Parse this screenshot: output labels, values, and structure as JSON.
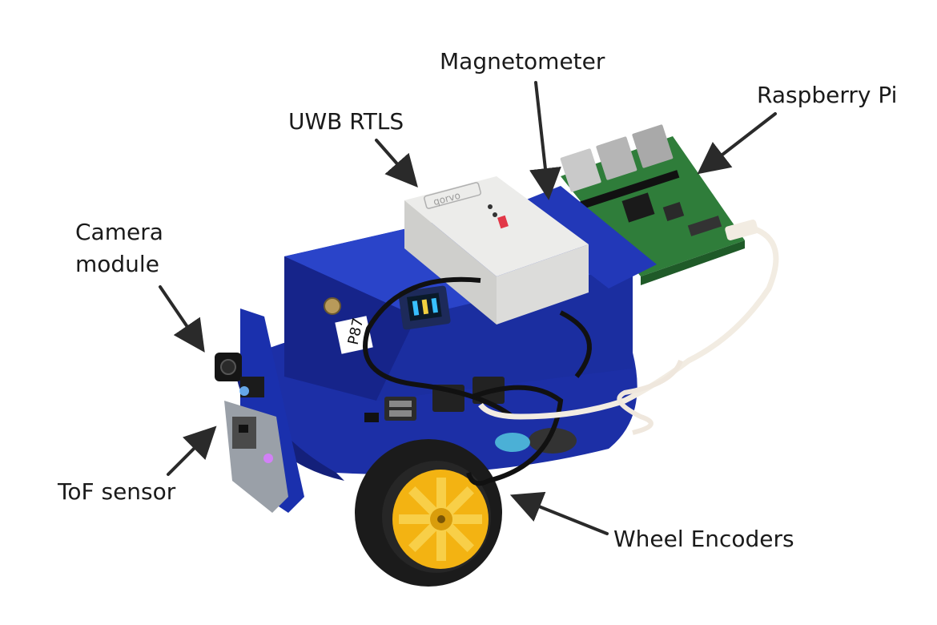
{
  "labels": {
    "magnetometer": "Magnetometer",
    "raspberry_pi": "Raspberry Pi",
    "uwb_rtls": "UWB RTLS",
    "camera_module_line1": "Camera",
    "camera_module_line2": "module",
    "tof_sensor": "ToF sensor",
    "wheel_encoders": "Wheel Encoders"
  },
  "board_text": {
    "uwb_logo": "qorvo",
    "robot_id": "P87"
  },
  "colors": {
    "chassis": "#1c2fa6",
    "chassis_dark": "#14207a",
    "uwb_box": "#e4e4e2",
    "pi_board": "#2f7d3a",
    "magnetometer_board": "#d8262e",
    "tire": "#1b1b1b",
    "hub": "#f3b312",
    "cable_white": "#f2ece2",
    "arrow": "#2a2a2a"
  }
}
